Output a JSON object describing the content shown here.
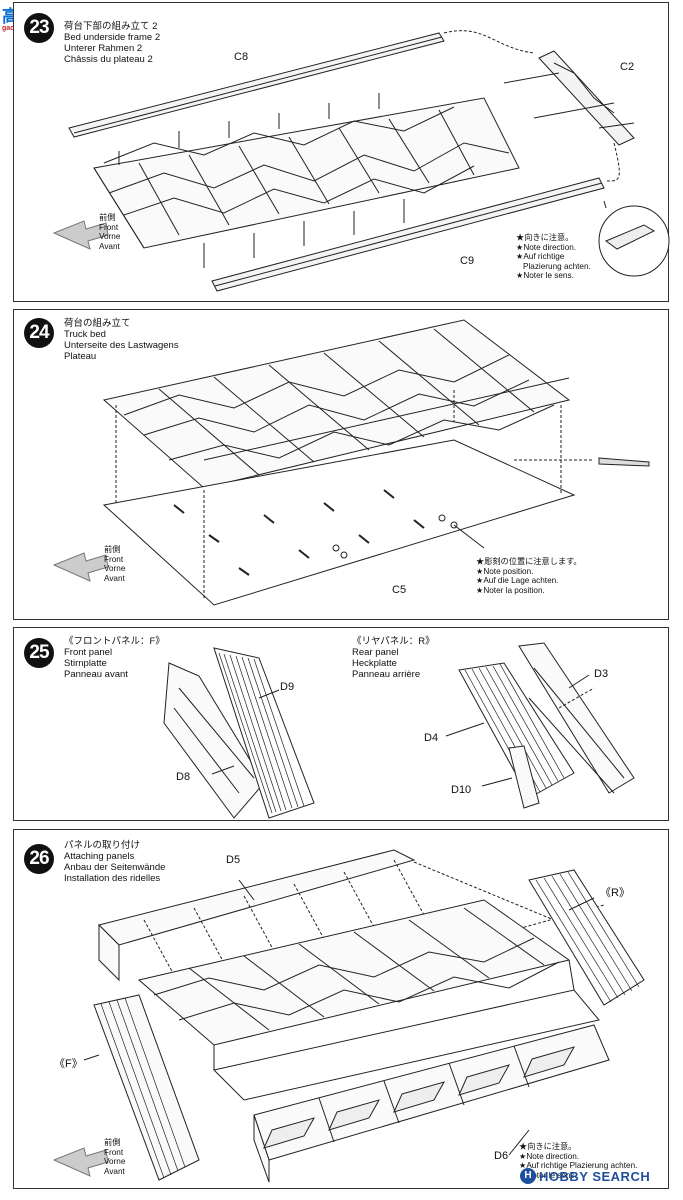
{
  "watermark_top": {
    "logo_text": "高手网",
    "url": "gaoshou.com.cn"
  },
  "watermark_bottom": {
    "brand": "HOBBY SEARCH",
    "badge": "H"
  },
  "front_labels": [
    "前側",
    "Front",
    "Vorne",
    "Avant"
  ],
  "steps": [
    {
      "number": "23",
      "title": [
        "荷台下部の組み立て 2",
        "Bed underside frame 2",
        "Unterer Rahmen 2",
        "Châssis du plateau 2"
      ],
      "parts": [
        "C8",
        "C2",
        "C9"
      ],
      "note": [
        "★向きに注意。",
        "★Note direction.",
        "★Auf richtige",
        "Plazierung achten.",
        "★Noter le sens."
      ]
    },
    {
      "number": "24",
      "title": [
        "荷台の組み立て",
        "Truck bed",
        "Unterseite des Lastwagens",
        "Plateau"
      ],
      "parts": [
        "C5"
      ],
      "note": [
        "★彫刻の位置に注意します。",
        "★Note position.",
        "★Auf die Lage achten.",
        "★Noter la position."
      ]
    },
    {
      "number": "25",
      "front_panel": [
        "《フロントパネル：F》",
        "Front panel",
        "Stirnplatte",
        "Panneau avant"
      ],
      "rear_panel": [
        "《リヤパネル：R》",
        "Rear panel",
        "Heckplatte",
        "Panneau arrière"
      ],
      "parts": [
        "D9",
        "D8",
        "D3",
        "D4",
        "D10"
      ]
    },
    {
      "number": "26",
      "title": [
        "パネルの取り付け",
        "Attaching panels",
        "Anbau der Seitenwände",
        "Installation des ridelles"
      ],
      "parts": [
        "D5",
        "《R》",
        "《F》",
        "D6"
      ],
      "note": [
        "★向きに注意。",
        "★Note direction.",
        "★Auf richtige Plazierung achten.",
        "★Noter le sens."
      ]
    }
  ]
}
